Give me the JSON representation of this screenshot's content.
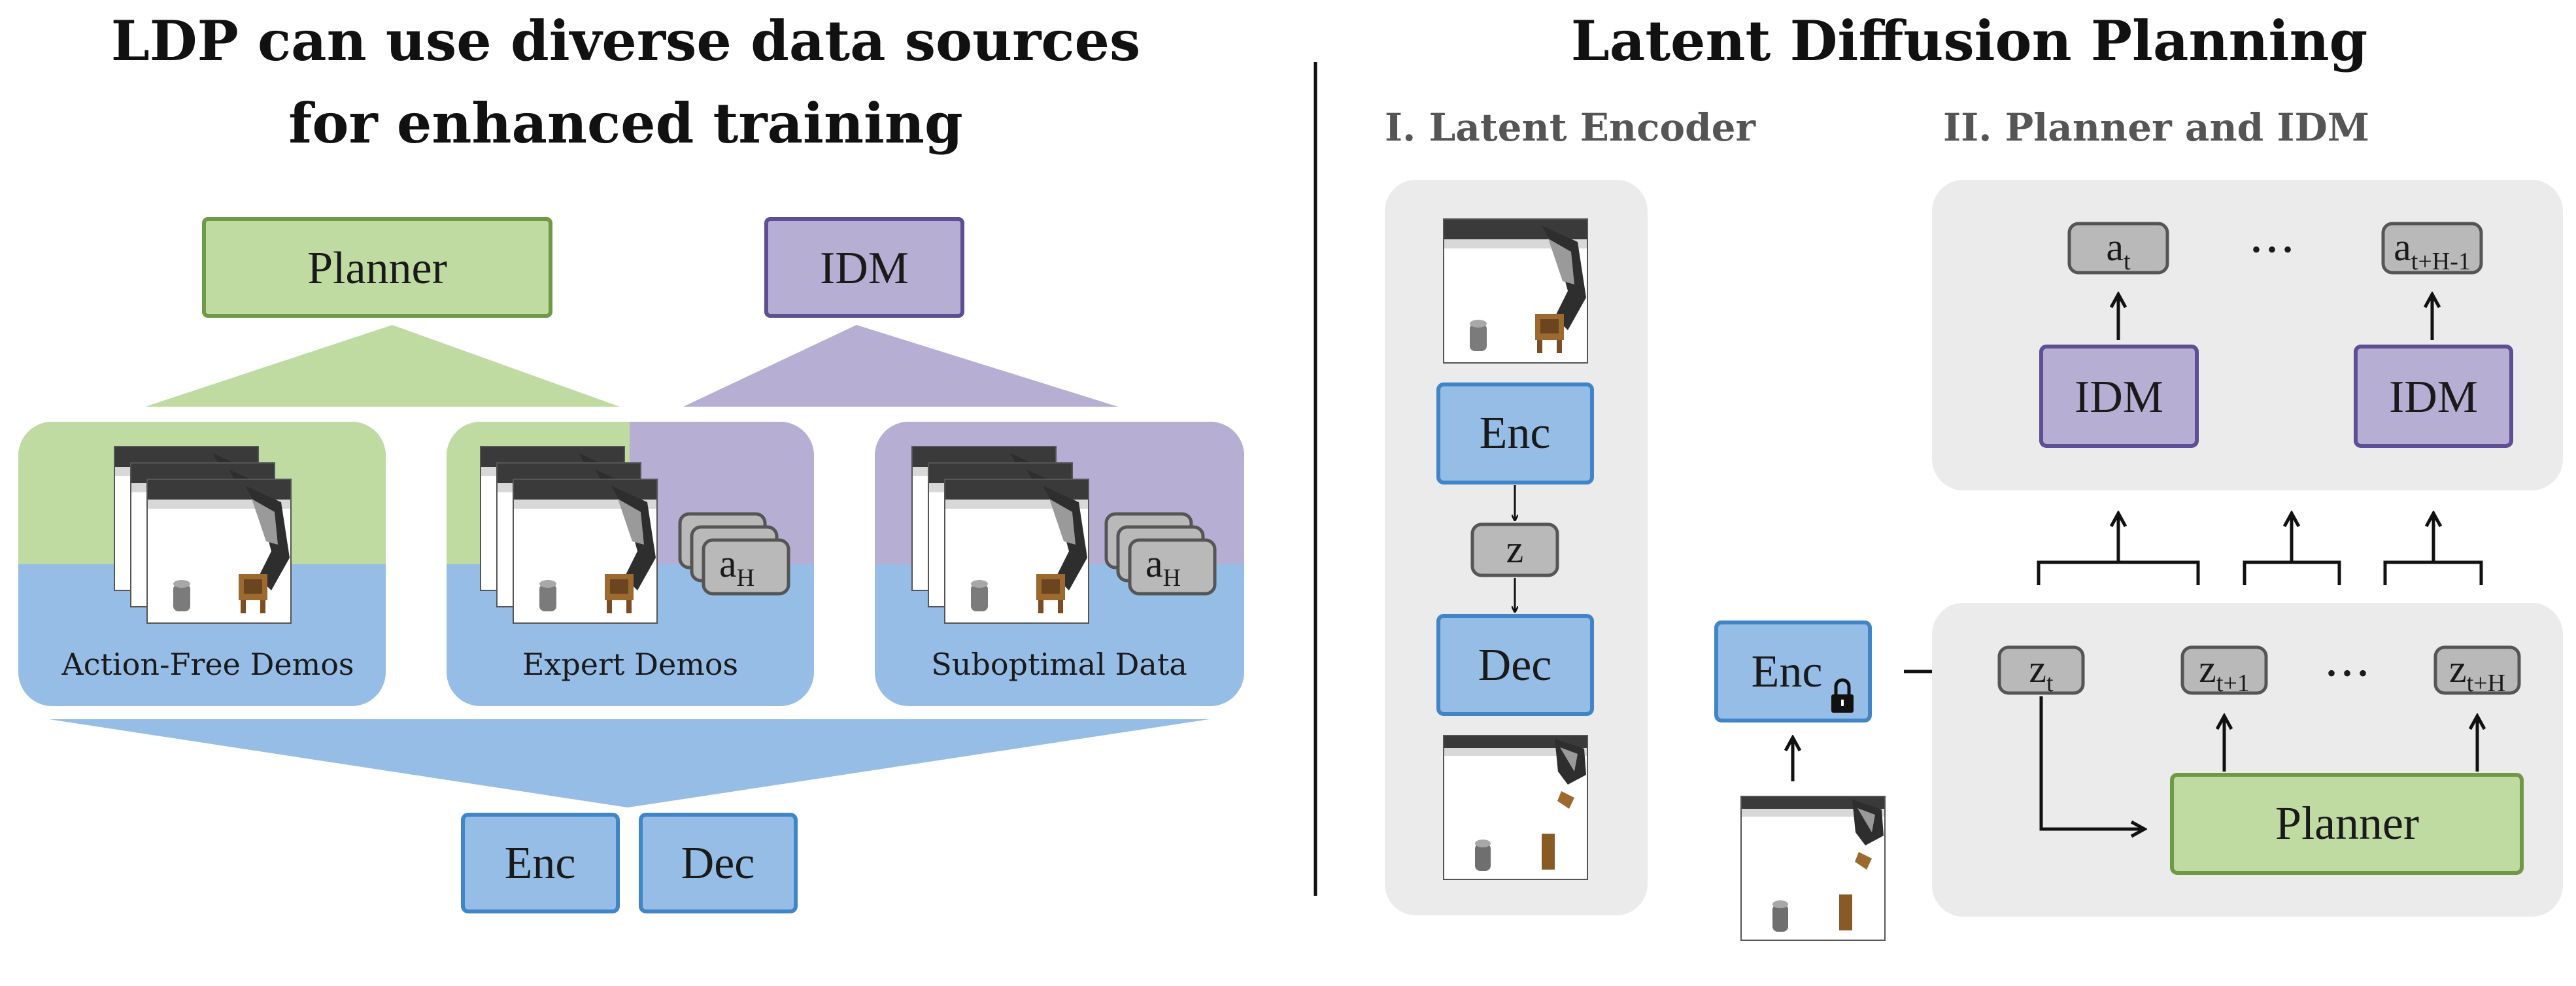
{
  "left": {
    "title_line1": "LDP can use diverse data sources",
    "title_line2": "for enhanced training",
    "planner_label": "Planner",
    "idm_label": "IDM",
    "sources": [
      {
        "caption": "Action-Free Demos"
      },
      {
        "caption": "Expert Demos",
        "action_main": "a",
        "action_sub": "H"
      },
      {
        "caption": "Suboptimal Data",
        "action_main": "a",
        "action_sub": "H"
      }
    ],
    "enc_label": "Enc",
    "dec_label": "Dec"
  },
  "right": {
    "title": "Latent Diffusion Planning",
    "section1_title": "I. Latent Encoder",
    "section2_title": "II. Planner and IDM",
    "encoder_panel": {
      "enc_label": "Enc",
      "z_label": "z",
      "dec_label": "Dec"
    },
    "frozen_enc_label": "Enc",
    "actions": {
      "first_main": "a",
      "first_sub": "t",
      "ellipsis": "• • •",
      "last_main": "a",
      "last_sub": "t+H-1"
    },
    "idm_labels": [
      "IDM",
      "IDM"
    ],
    "latents": {
      "first_main": "z",
      "first_sub": "t",
      "second_main": "z",
      "second_sub": "t+1",
      "ellipsis": "• • •",
      "last_main": "z",
      "last_sub": "t+H"
    },
    "planner_label": "Planner"
  },
  "colors": {
    "green_fill": "#c0dba2",
    "green_stroke": "#6f9a45",
    "purple_fill": "#b6aed3",
    "purple_stroke": "#5e4e93",
    "blue_fill": "#95bde6",
    "blue_stroke": "#3f85c8",
    "gray_panel": "#ebebeb",
    "token_fill": "#b9b9b9",
    "token_stroke": "#555555"
  }
}
